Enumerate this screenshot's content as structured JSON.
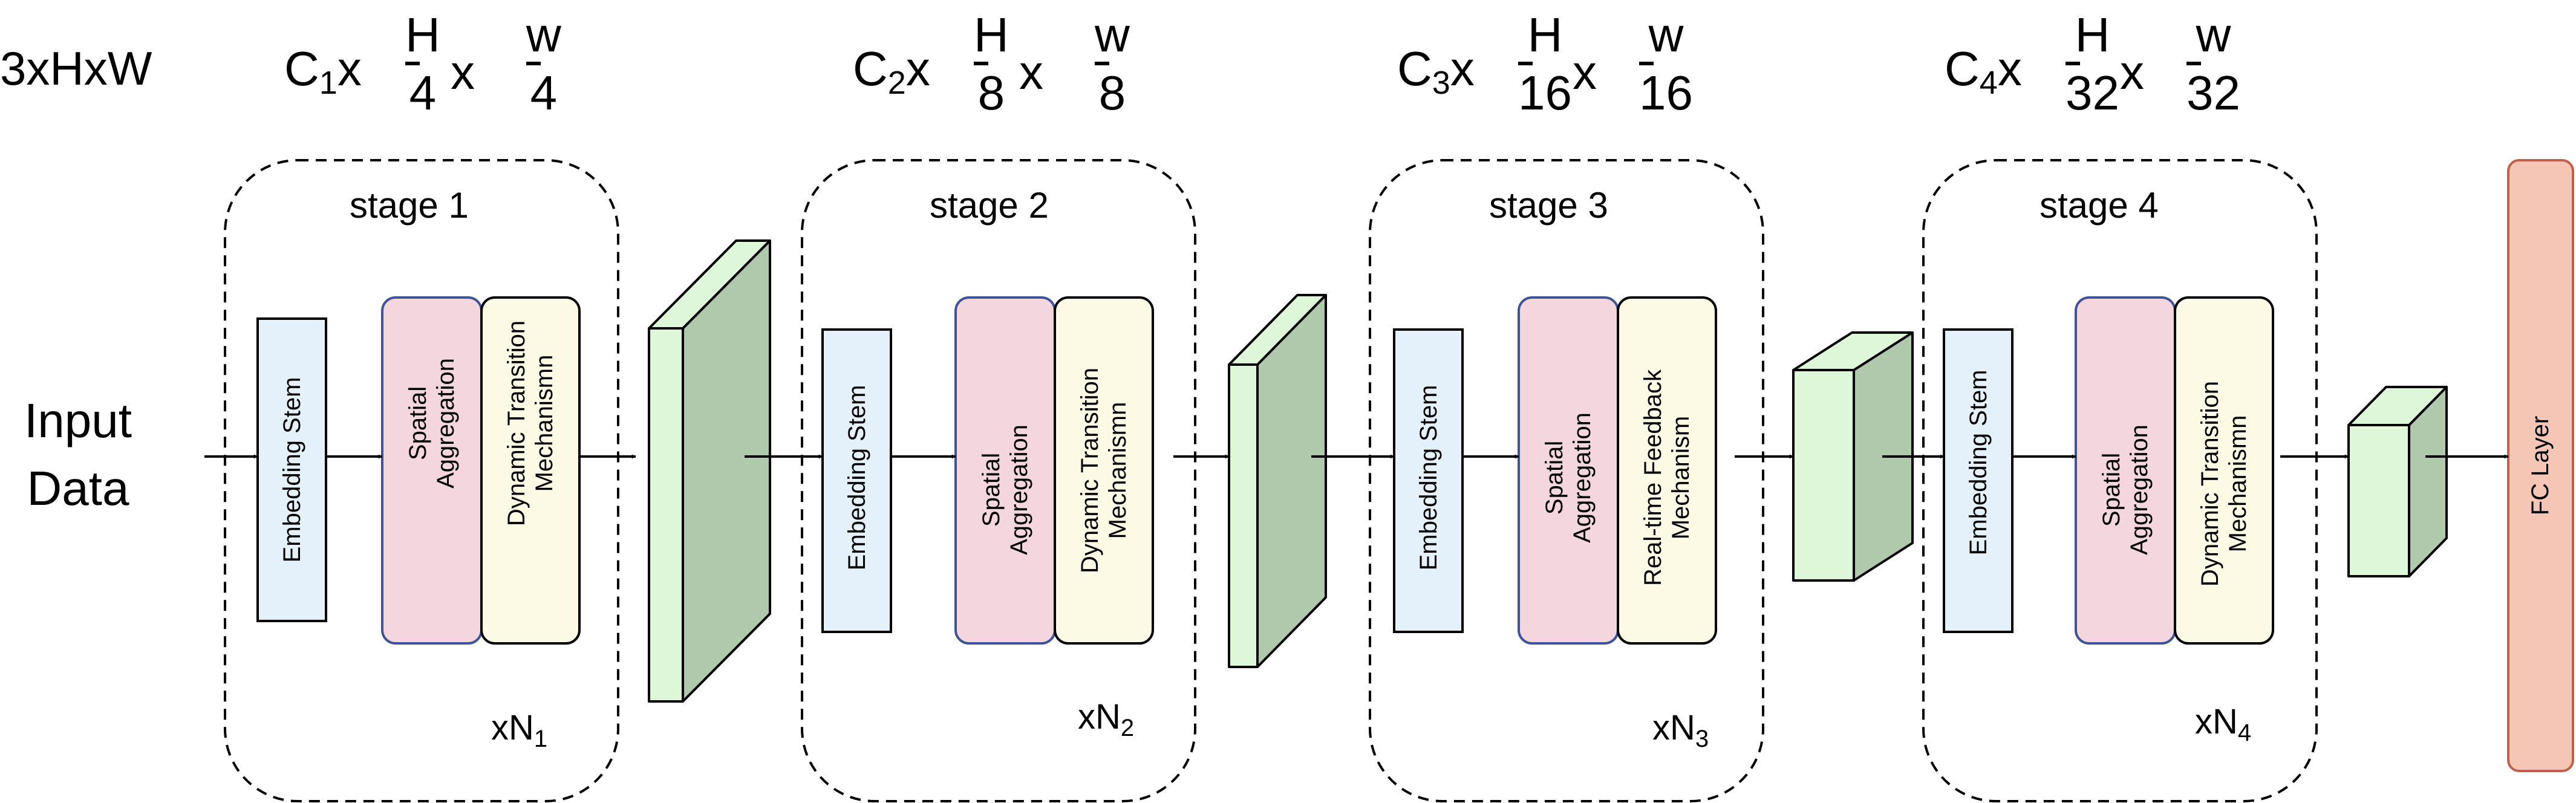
{
  "input": {
    "dims": "3xHxW",
    "label": "Input\nData"
  },
  "stages": [
    {
      "title": "stage 1",
      "channel": "C",
      "channel_sub": "1",
      "h_den": "4",
      "w_den": "4",
      "repeat": "xN",
      "repeat_sub": "1",
      "blocks": [
        "Embedding Stem",
        "Spatial\nAggregation",
        "Dynamic Transition\nMechanismn"
      ]
    },
    {
      "title": "stage 2",
      "channel": "C",
      "channel_sub": "2",
      "h_den": "8",
      "w_den": "8",
      "repeat": "xN",
      "repeat_sub": "2",
      "blocks": [
        "Embedding Stem",
        "Spatial\nAggregation",
        "Dynamic Transition\nMechanismn"
      ]
    },
    {
      "title": "stage 3",
      "channel": "C",
      "channel_sub": "3",
      "h_den": "16",
      "w_den": "16",
      "repeat": "xN",
      "repeat_sub": "3",
      "blocks": [
        "Embedding Stem",
        "Spatial\nAggregation",
        "Real-time Feedback\nMechanism"
      ]
    },
    {
      "title": "stage 4",
      "channel": "C",
      "channel_sub": "4",
      "h_den": "32",
      "w_den": "32",
      "repeat": "xN",
      "repeat_sub": "4",
      "blocks": [
        "Embedding Stem",
        "Spatial\nAggregation",
        "Dynamic Transition\nMechanismn"
      ]
    }
  ],
  "dim_symbols": {
    "h": "H",
    "w": "w",
    "times": "x"
  },
  "head": {
    "label": "FC Layer"
  },
  "colors": {
    "embedding_fill": "#e4f1fa",
    "spatial_fill": "#f4d7de",
    "spatial_stroke": "#3f5497",
    "dynamic_fill": "#fcf9e4",
    "feature_front": "#dff7d9",
    "feature_side": "#b0c9ac",
    "fc_fill": "#f5c5b5",
    "fc_stroke": "#c0604c"
  }
}
